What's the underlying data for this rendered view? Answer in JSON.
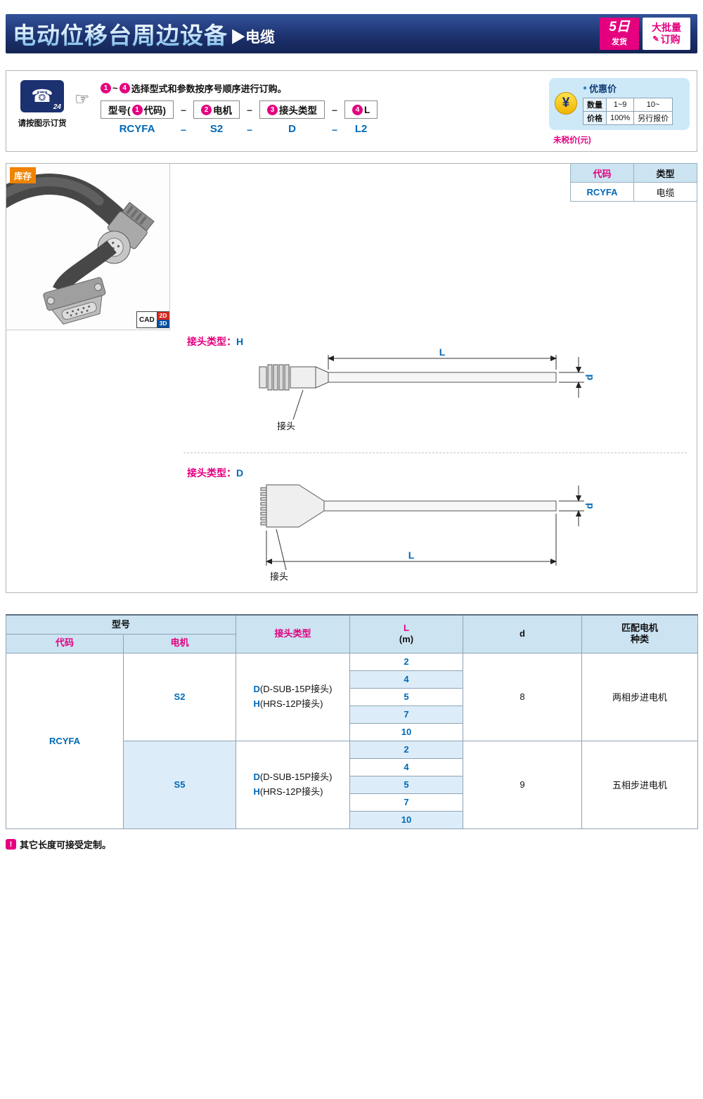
{
  "header": {
    "title": "电动位移台周边设备",
    "subtitle": "▶电缆",
    "badge_day_big": "5日",
    "badge_day_small": "发货",
    "badge_bulk_top": "大批量",
    "badge_bulk_bottom": "订购"
  },
  "ordering": {
    "phone_caption": "请按图示订货",
    "phone_24": "24",
    "pointer": "☞",
    "instr_n1": "1",
    "instr_tilde": "~",
    "instr_n2": "4",
    "instr_text": "选择型式和参数按序号顺序进行订购。",
    "box1_pre": "型号(",
    "box1_num": "1",
    "box1_post": "代码)",
    "box2_num": "2",
    "box2_label": "电机",
    "box3_num": "3",
    "box3_label": "接头类型",
    "box4_num": "4",
    "box4_label": "L",
    "dash": "–",
    "ex_code": "RCYFA",
    "ex_motor": "S2",
    "ex_conn": "D",
    "ex_len": "L2"
  },
  "price": {
    "bullet": "●",
    "title": "优惠价",
    "yen": "¥",
    "qty_label": "数量",
    "qty_1": "1~9",
    "qty_2": "10~",
    "price_label": "价格",
    "price_1": "100%",
    "price_2": "另行报价",
    "note": "未税价(元)"
  },
  "product": {
    "stock": "库存",
    "cad": "CAD",
    "cad_2d": "2D",
    "cad_3d": "3D",
    "type_table": {
      "h_code": "代码",
      "h_type": "类型",
      "code": "RCYFA",
      "type": "电缆"
    }
  },
  "diagrams": {
    "h": {
      "label": "接头类型：",
      "letter": "H",
      "dim_l": "L",
      "dim_d": "d",
      "connector": "接头"
    },
    "d": {
      "label": "接头类型：",
      "letter": "D",
      "dim_l": "L",
      "dim_d": "d",
      "connector": "接头"
    }
  },
  "main_table": {
    "h_model": "型号",
    "h_code": "代码",
    "h_motor": "电机",
    "h_conn": "接头类型",
    "h_l": "L",
    "h_l_unit": "(m)",
    "h_d": "d",
    "h_match_1": "匹配电机",
    "h_match_2": "种类",
    "code": "RCYFA",
    "groups": [
      {
        "motor": "S2",
        "conn_d_b": "D",
        "conn_d_t": "(D-SUB-15P接头)",
        "conn_h_b": "H",
        "conn_h_t": "(HRS-12P接头)",
        "lengths": [
          "2",
          "4",
          "5",
          "7",
          "10"
        ],
        "d": "8",
        "match": "两相步进电机"
      },
      {
        "motor": "S5",
        "conn_d_b": "D",
        "conn_d_t": "(D-SUB-15P接头)",
        "conn_h_b": "H",
        "conn_h_t": "(HRS-12P接头)",
        "lengths": [
          "2",
          "4",
          "5",
          "7",
          "10"
        ],
        "d": "9",
        "match": "五相步进电机"
      }
    ]
  },
  "footnote": {
    "icon": "!",
    "text": "其它长度可接受定制。"
  }
}
